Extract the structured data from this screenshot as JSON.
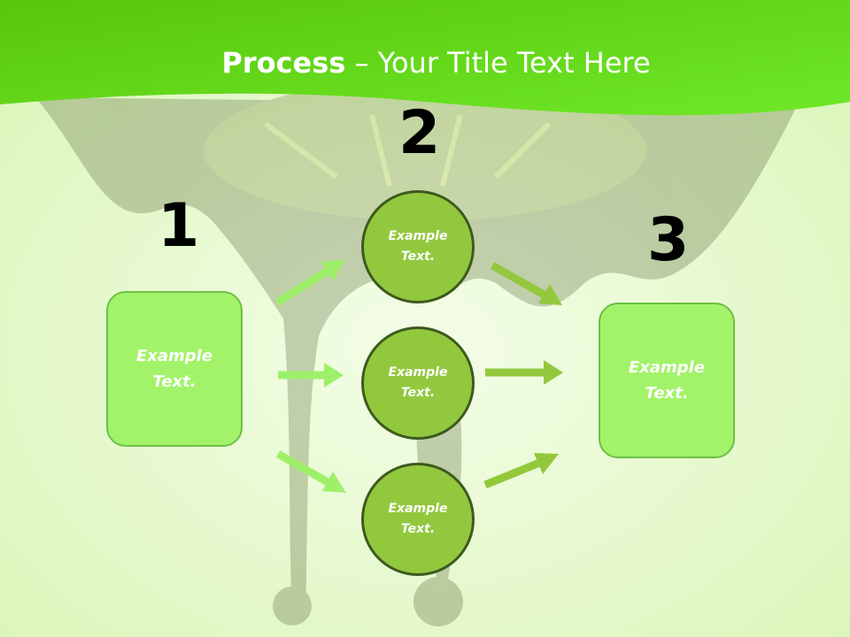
{
  "title": {
    "bold": "Process",
    "rest": " – Your Title Text Here"
  },
  "steps": {
    "one": "1",
    "two": "2",
    "three": "3"
  },
  "left_box": "Example Text.",
  "right_box": "Example Text.",
  "circles": [
    "Example Text.",
    "Example Text.",
    "Example Text."
  ],
  "colors": {
    "header_green": "#5ed81a",
    "background": "#eafcd6",
    "box_fill": "#a2f36a",
    "circle_fill": "#92c83e",
    "circle_border": "#3d5a1e",
    "arrow_left": "#9ef06a",
    "arrow_right": "#94c83c"
  }
}
